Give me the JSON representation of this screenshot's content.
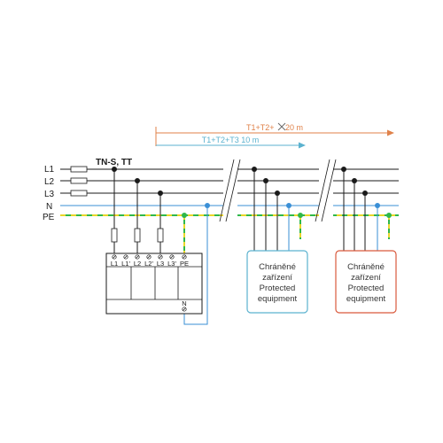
{
  "colors": {
    "phase": "#1a1a1a",
    "neutral": "#3a8fd6",
    "pe_green": "#2fb84a",
    "pe_yellow": "#e9d62a",
    "dist_orange": "#e0824a",
    "dist_blue": "#5bb2cf",
    "box1_border": "#5bb2cf",
    "box2_border": "#d9593c"
  },
  "lines": {
    "l1": "L1",
    "l2": "L2",
    "l3": "L3",
    "n": "N",
    "pe": "PE"
  },
  "system_label": "TN-S, TT",
  "distances": {
    "long": {
      "prefix": "T1+T2+",
      "suffix": " 20 m"
    },
    "short": "T1+T2+T3 10 m"
  },
  "spd": {
    "terminals": [
      "L1",
      "L1'",
      "L2",
      "L2'",
      "L3",
      "L3'",
      "PE"
    ],
    "n_terminal": "N"
  },
  "equipment_boxes": [
    {
      "line1": "Chráněné",
      "line2": "zařízení",
      "line3": "Protected",
      "line4": "equipment"
    },
    {
      "line1": "Chráněné",
      "line2": "zařízení",
      "line3": "Protected",
      "line4": "equipment"
    }
  ]
}
